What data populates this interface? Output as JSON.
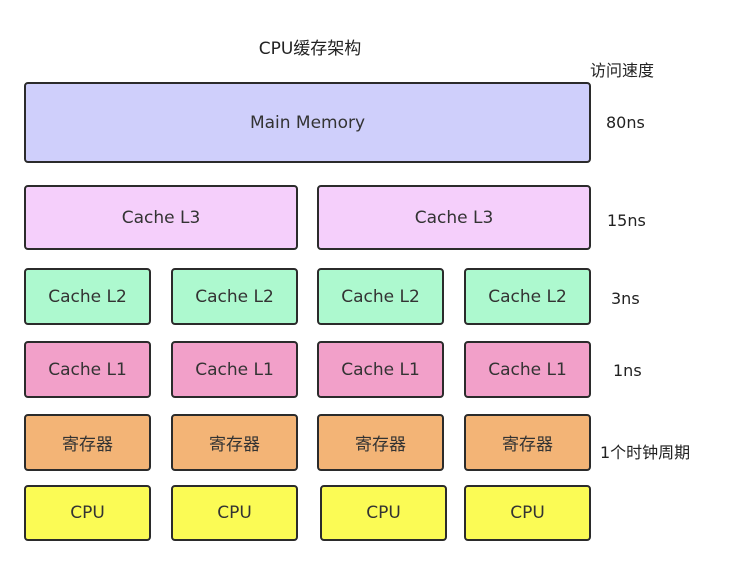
{
  "title": "CPU缓存架构",
  "speed_header": "访问速度",
  "levels": {
    "main_memory": {
      "label": "Main Memory",
      "speed": "80ns"
    },
    "l3": {
      "label": "Cache L3",
      "speed": "15ns"
    },
    "l2": {
      "label": "Cache L2",
      "speed": "3ns"
    },
    "l1": {
      "label": "Cache L1",
      "speed": "1ns"
    },
    "register": {
      "label": "寄存器",
      "speed": "1个时钟周期"
    },
    "cpu": {
      "label": "CPU"
    }
  },
  "colors": {
    "main_memory": "#cfcffb",
    "l3": "#f5cffb",
    "l2": "#adf9cf",
    "l1": "#f2a0c9",
    "register": "#f3b476",
    "cpu": "#fbfb55"
  }
}
